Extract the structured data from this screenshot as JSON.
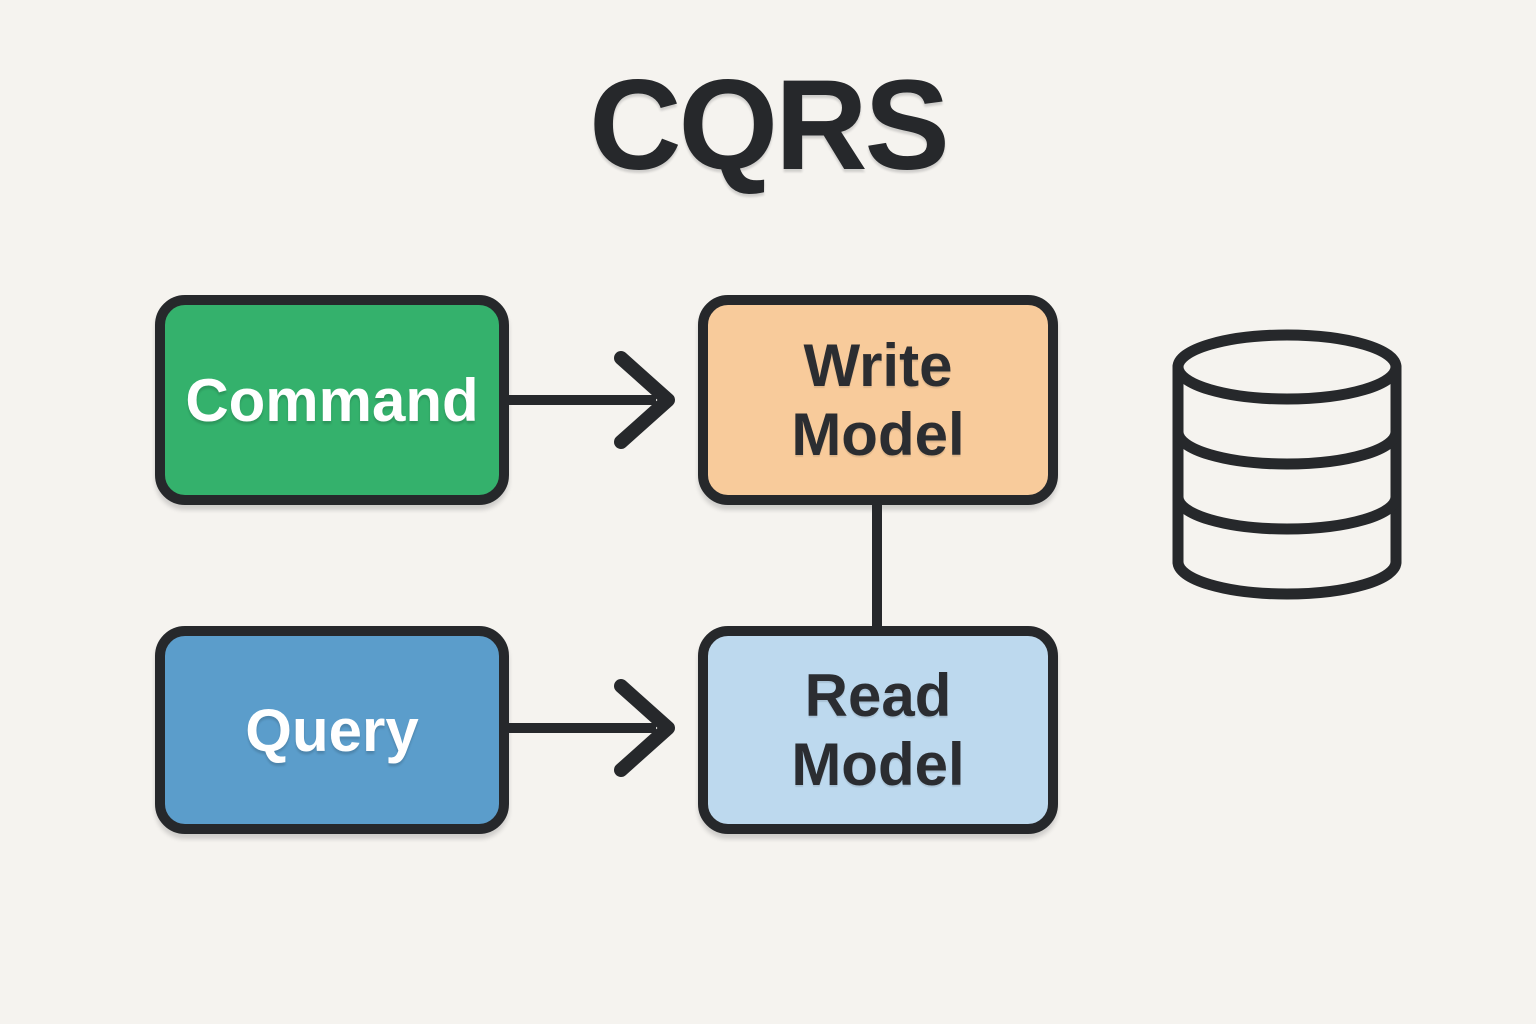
{
  "title": "CQRS",
  "colors": {
    "background": "#F5F3EF",
    "stroke": "#26282B",
    "title_text": "#26282B"
  },
  "nodes": {
    "command": {
      "label": "Command",
      "fill": "#34B16C",
      "text_color": "#FFFFFF"
    },
    "write_model": {
      "label": "Write Model",
      "fill": "#F8CB9B",
      "text_color": "#2B2D31"
    },
    "query": {
      "label": "Query",
      "fill": "#5B9DCB",
      "text_color": "#FFFFFF"
    },
    "read_model": {
      "label": "Read Model",
      "fill": "#BDD9EE",
      "text_color": "#2B2D31"
    }
  },
  "edges": [
    {
      "from": "Command",
      "to": "Write Model",
      "style": "arrow"
    },
    {
      "from": "Query",
      "to": "Read Model",
      "style": "arrow"
    },
    {
      "from": "Write Model",
      "to": "Read Model",
      "style": "line"
    }
  ],
  "icons": {
    "database": "database-icon"
  }
}
